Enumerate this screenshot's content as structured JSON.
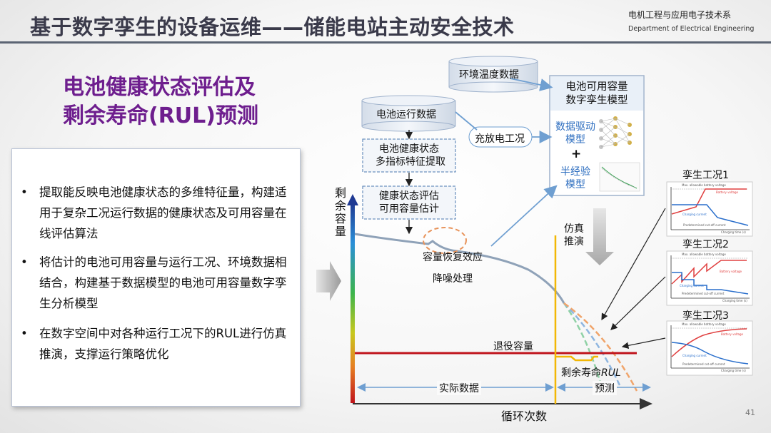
{
  "header": {
    "title": "基于数字孪生的设备运维——储能电站主动安全技术",
    "dept_cn": "电机工程与应用电子技术系",
    "dept_en": "Department of Electrical Engineering"
  },
  "subtitle": {
    "line1": "电池健康状态评估及",
    "line2": "剩余寿命(RUL)预测"
  },
  "bullets": [
    "提取能反映电池健康状态的多维特征量，构建适用于复杂工况运行数据的健康状态及可用容量在线评估算法",
    "将估计的电池可用容量与运行工况、环境数据相结合，构建基于数据模型的电池可用容量数字孪生分析模型",
    "在数字空间中对各种运行工况下的RUL进行仿真推演，支撑运行策略优化"
  ],
  "bullet_symbol": "•",
  "diagram": {
    "env_temp": "环境温度数据",
    "battery_data": "电池运行数据",
    "feature_line1": "电池健康状态",
    "feature_line2": "多指标特征提取",
    "soh_line1": "健康状态评估",
    "soh_line2": "可用容量估计",
    "charge_condition": "充放电工况",
    "twin_line1": "电池可用容量",
    "twin_line2": "数字孪生模型",
    "data_driven_line1": "数据驱动",
    "data_driven_line2": "模型",
    "plus": "+",
    "semi_line1": "半经验",
    "semi_line2": "模型",
    "y_axis": "剩余容量",
    "x_axis": "循环次数",
    "recovery": "容量恢复效应",
    "denoise": "降噪处理",
    "sim_line1": "仿真",
    "sim_line2": "推演",
    "retire": "退役容量",
    "rul_prefix": "剩余寿命",
    "rul_suffix": "RUL",
    "actual": "实际数据",
    "predict": "预测",
    "cond1": "孪生工况1",
    "cond2": "孪生工况2",
    "cond3": "孪生工况3",
    "mini_max": "Max. allowable battery voltage",
    "mini_bv": "Battery voltage",
    "mini_cc": "Charging current",
    "mini_pred": "Predetermined cut-off current",
    "mini_time": "Charging time (s)"
  },
  "page_number": "41",
  "colors": {
    "title": "#3a3a4a",
    "subtitle": "#6e1e8e",
    "arrow_blue": "#6f9fd1",
    "retire_line": "#c0141c",
    "vertical_line": "#f2b705",
    "recovery_circle": "#e8935a"
  }
}
